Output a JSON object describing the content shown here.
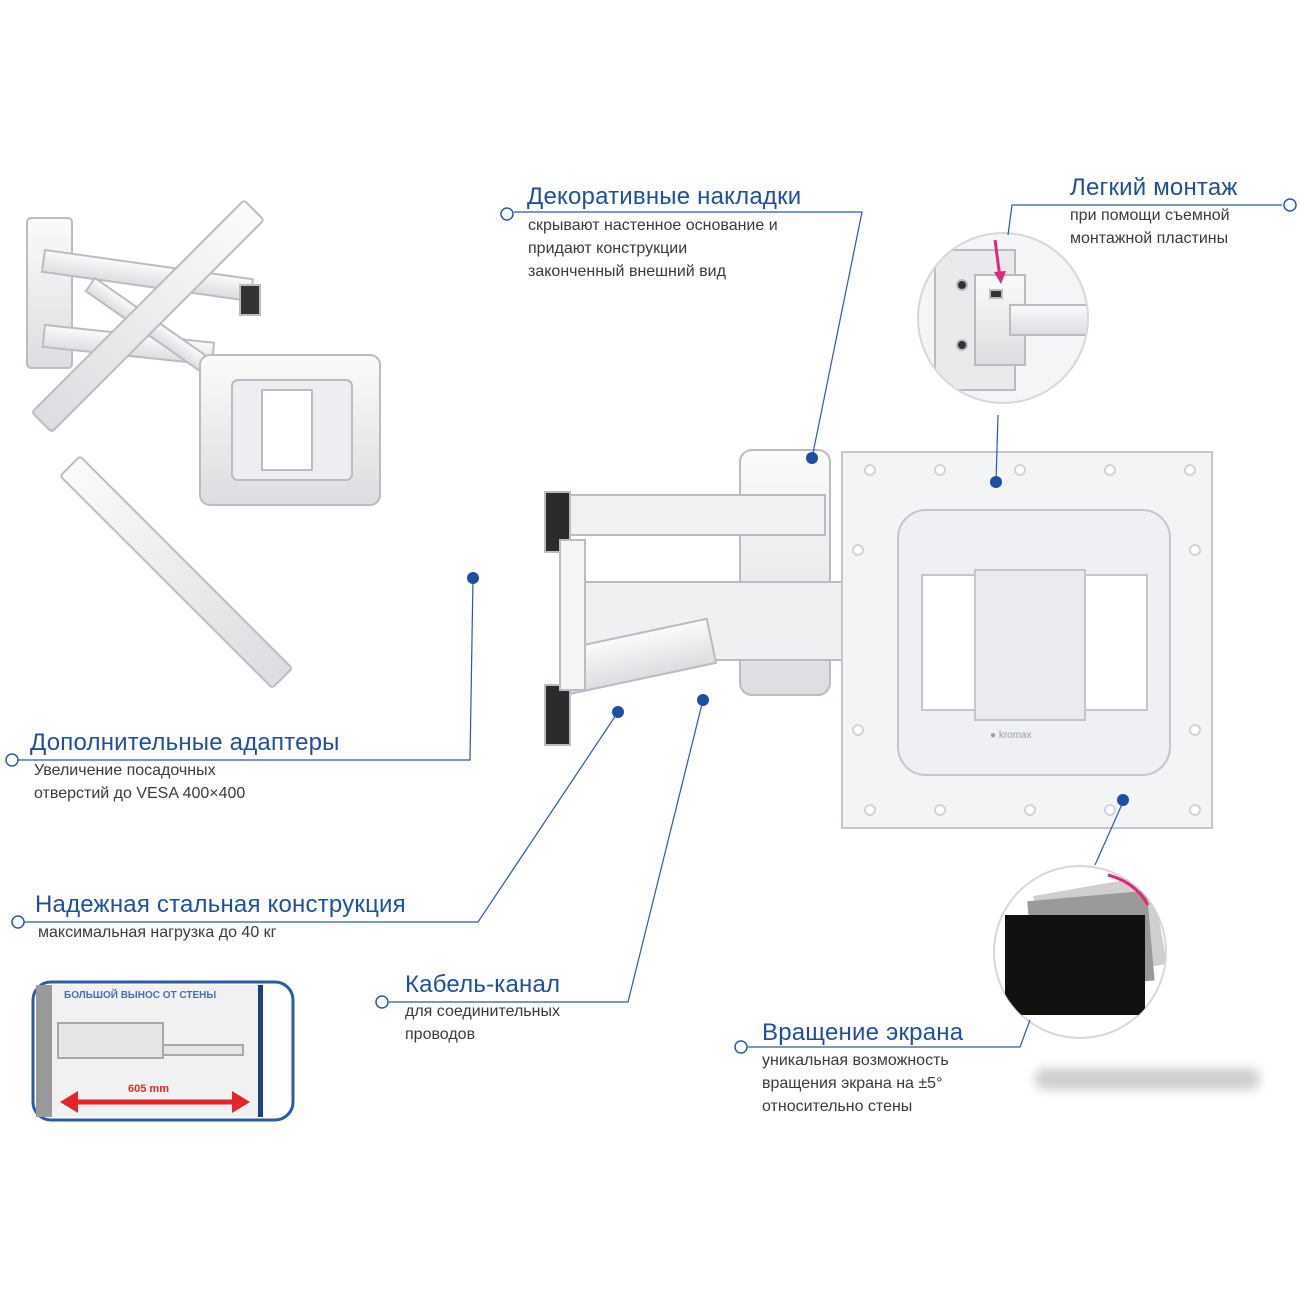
{
  "callouts": {
    "decorative": {
      "title": "Декоративные накладки",
      "lines": [
        "скрывают настенное основание и",
        "придают конструкции",
        "законченный внешний вид"
      ]
    },
    "easy_mount": {
      "title": "Легкий монтаж",
      "lines": [
        "при помощи съемной",
        "монтажной пластины"
      ]
    },
    "adapters": {
      "title": "Дополнительные адаптеры",
      "lines": [
        "Увеличение посадочных",
        "отверстий до VESA 400×400"
      ]
    },
    "steel": {
      "title": "Надежная стальная конструкция",
      "lines": [
        "максимальная нагрузка до 40 кг"
      ]
    },
    "cable": {
      "title": "Кабель-канал",
      "lines": [
        "для соединительных",
        "проводов"
      ]
    },
    "rotation": {
      "title": "Вращение экрана",
      "lines": [
        "уникальная возможность",
        "вращения экрана на ±5°",
        "относительно стены"
      ]
    }
  },
  "inset": {
    "title": "БОЛЬШОЙ ВЫНОС ОТ СТЕНЫ",
    "distance": "605 mm"
  },
  "brand_logo": "kromax",
  "colors": {
    "accent": "#1f4f9e",
    "dot": "#1d4ea0",
    "arrow": "#e3262b",
    "pink_arrow": "#e0287a"
  }
}
